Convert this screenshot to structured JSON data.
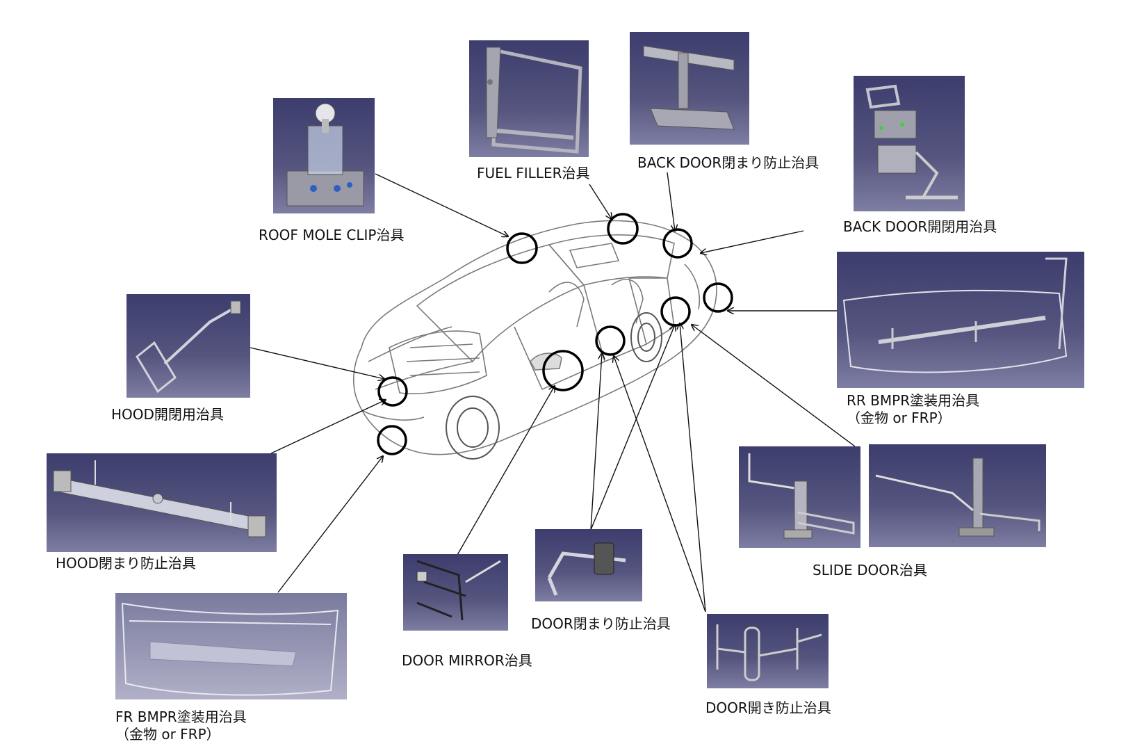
{
  "fixtures": {
    "roof_mole_clip": "ROOF MOLE CLIP治具",
    "fuel_filler": "FUEL FILLER治具",
    "back_door_stop": "BACK DOOR閉まり防止治具",
    "back_door_open": "BACK DOOR開閉用治具",
    "hood_open": "HOOD開閉用治具",
    "rr_bmpr": "RR BMPR塗装用治具",
    "rr_bmpr_note": "（金物 or FRP）",
    "hood_stop": "HOOD閉まり防止治具",
    "slide_door": "SLIDE DOOR治具",
    "door_mirror": "DOOR MIRROR治具",
    "door_stop": "DOOR閉まり防止治具",
    "fr_bmpr": "FR BMPR塗装用治具",
    "fr_bmpr_note": "（金物 or FRP）",
    "door_open_stop": "DOOR開き防止治具"
  },
  "colors": {
    "panel_top": "#3d3d6e",
    "panel_bottom": "#7e7ea3",
    "leader": "#111111",
    "marker": "#000000"
  }
}
